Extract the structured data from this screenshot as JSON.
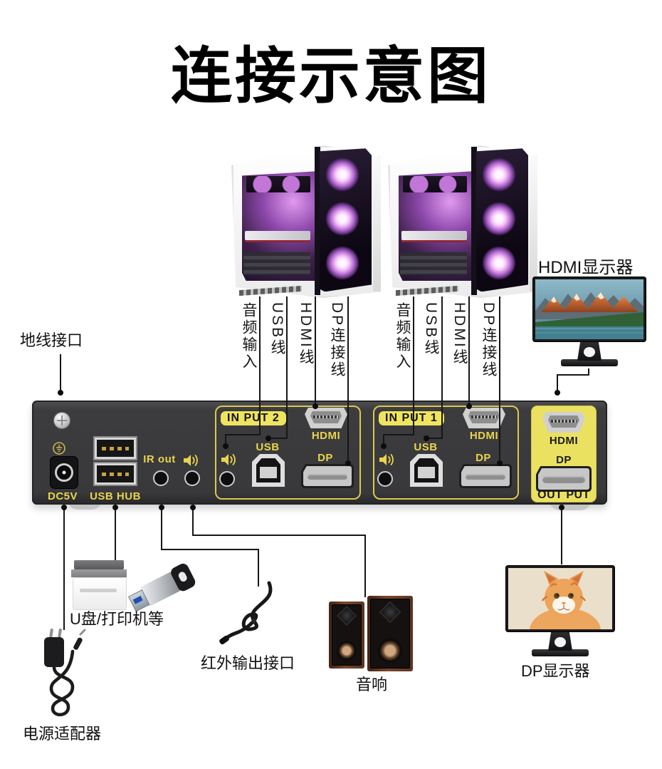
{
  "title": "连接示意图",
  "colors": {
    "accent_yellow": "#ebe161",
    "label_yellow": "#e9d44c",
    "device_body": "#3a3a3c",
    "line": "#161616"
  },
  "cables": {
    "labels": [
      "音频输入",
      "USB线",
      "HDMI线",
      "DP连接线"
    ]
  },
  "annotations": {
    "ground_port": "地线接口",
    "hdmi_monitor": "HDMI显示器",
    "usb_peripherals": "U盘/打印机等",
    "ir_output_port": "红外输出接口",
    "speakers": "音响",
    "dp_monitor": "DP显示器",
    "power_adapter": "电源适配器"
  },
  "device": {
    "power_label": "DC5V",
    "usb_hub_label": "USB HUB",
    "ir_out_label": "IR out",
    "inputs": [
      {
        "label": "IN PUT 2",
        "usb_label": "USB",
        "hdmi_label": "HDMI",
        "dp_label": "DP"
      },
      {
        "label": "IN PUT 1",
        "usb_label": "USB",
        "hdmi_label": "HDMI",
        "dp_label": "DP"
      }
    ],
    "output": {
      "label": "OUT PUT",
      "hdmi_label": "HDMI",
      "dp_label": "DP"
    }
  }
}
